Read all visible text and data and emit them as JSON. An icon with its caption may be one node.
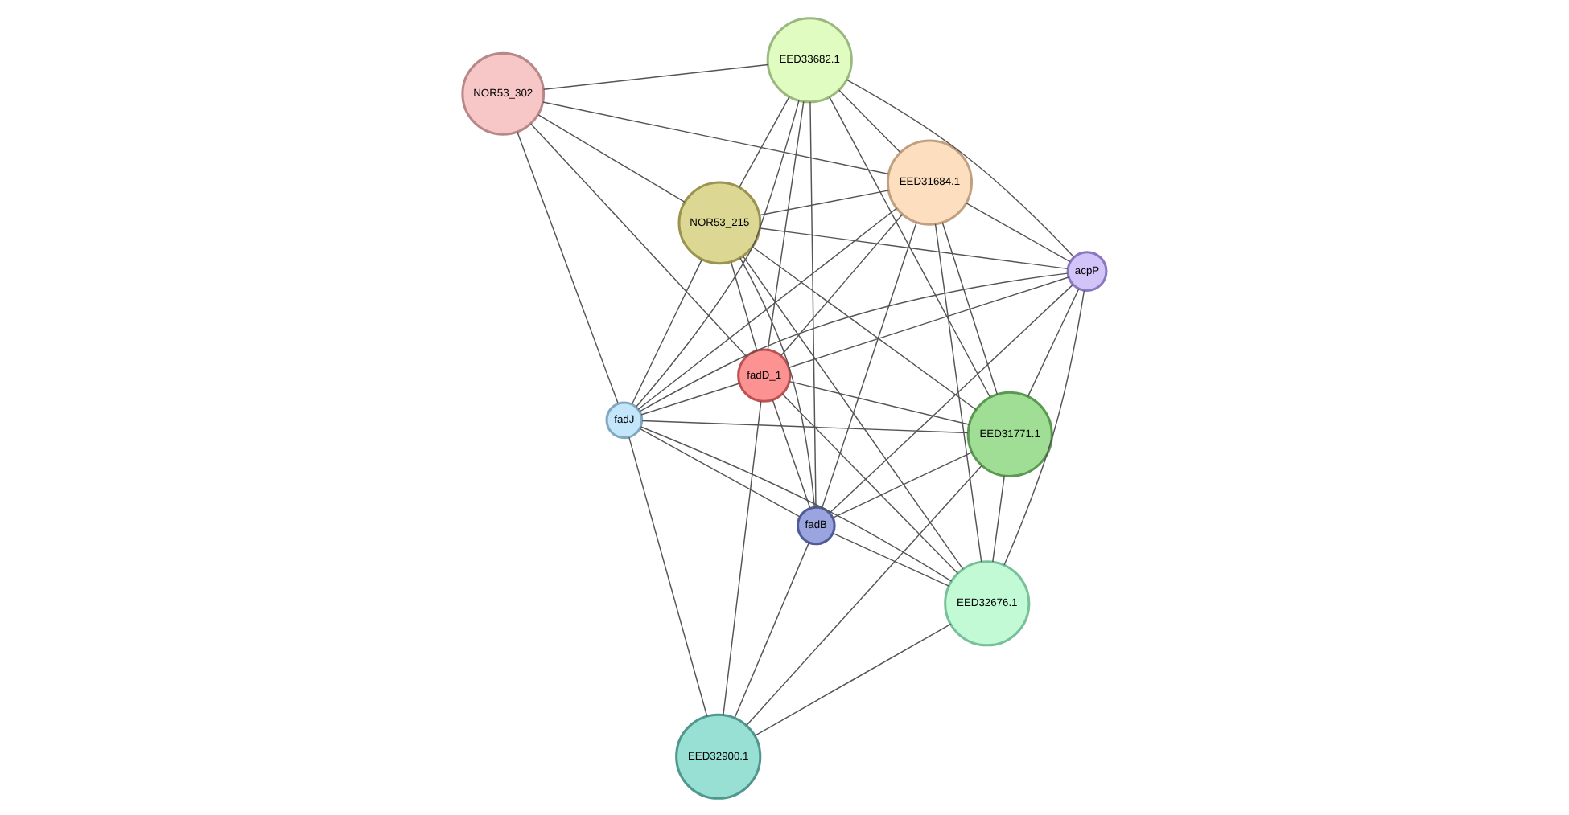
{
  "diagram": {
    "nodes": [
      {
        "text": [
          "NOR53_302"
        ]
      },
      {
        "text": [
          "EED31684.1"
        ]
      },
      {
        "text": [
          "EED31771.1"
        ]
      },
      {
        "text": [
          "EED33682.1"
        ]
      },
      {
        "text": [
          "fadD_1"
        ]
      },
      {
        "text": [
          "NOR53_215"
        ]
      },
      {
        "text": [
          "fadB"
        ]
      },
      {
        "text": [
          "acpP"
        ]
      },
      {
        "text": [
          "fadJ"
        ]
      },
      {
        "text": [
          "EED32676.1"
        ]
      },
      {
        "text": [
          "EED32900.1"
        ]
      }
    ],
    "edges": [
      {
        "from": 0,
        "to": 1,
        "arrow": "none"
      },
      {
        "from": 0,
        "to": 3,
        "arrow": "none"
      },
      {
        "from": 0,
        "to": 5,
        "arrow": "none"
      },
      {
        "from": 0,
        "to": 4,
        "arrow": "none"
      },
      {
        "from": 0,
        "to": 8,
        "arrow": "none"
      },
      {
        "from": 1,
        "to": 2,
        "arrow": "none"
      },
      {
        "from": 1,
        "to": 3,
        "arrow": "none"
      },
      {
        "from": 1,
        "to": 4,
        "arrow": "none"
      },
      {
        "from": 1,
        "to": 5,
        "arrow": "none"
      },
      {
        "from": 1,
        "to": 6,
        "arrow": "none"
      },
      {
        "from": 1,
        "to": 7,
        "arrow": "none"
      },
      {
        "from": 1,
        "to": 8,
        "arrow": "none"
      },
      {
        "from": 1,
        "to": 9,
        "arrow": "none"
      },
      {
        "from": 2,
        "to": 3,
        "arrow": "none"
      },
      {
        "from": 2,
        "to": 4,
        "arrow": "none"
      },
      {
        "from": 2,
        "to": 5,
        "arrow": "none"
      },
      {
        "from": 2,
        "to": 6,
        "arrow": "none"
      },
      {
        "from": 2,
        "to": 7,
        "arrow": "none"
      },
      {
        "from": 2,
        "to": 8,
        "arrow": "none"
      },
      {
        "from": 2,
        "to": 9,
        "arrow": "none"
      },
      {
        "from": 2,
        "to": 10,
        "arrow": "none"
      },
      {
        "from": 3,
        "to": 4,
        "arrow": "none"
      },
      {
        "from": 3,
        "to": 5,
        "arrow": "none"
      },
      {
        "from": 3,
        "to": 6,
        "arrow": "none"
      },
      {
        "from": 3,
        "to": 7,
        "arrow": "none"
      },
      {
        "from": 3,
        "to": 8,
        "arrow": "none"
      },
      {
        "from": 4,
        "to": 5,
        "arrow": "none"
      },
      {
        "from": 4,
        "to": 6,
        "arrow": "none"
      },
      {
        "from": 4,
        "to": 7,
        "arrow": "none"
      },
      {
        "from": 4,
        "to": 8,
        "arrow": "none"
      },
      {
        "from": 4,
        "to": 9,
        "arrow": "none"
      },
      {
        "from": 4,
        "to": 10,
        "arrow": "none"
      },
      {
        "from": 5,
        "to": 6,
        "arrow": "none"
      },
      {
        "from": 5,
        "to": 7,
        "arrow": "none"
      },
      {
        "from": 5,
        "to": 8,
        "arrow": "none"
      },
      {
        "from": 5,
        "to": 9,
        "arrow": "none"
      },
      {
        "from": 6,
        "to": 7,
        "arrow": "none"
      },
      {
        "from": 6,
        "to": 8,
        "arrow": "none"
      },
      {
        "from": 6,
        "to": 9,
        "arrow": "none"
      },
      {
        "from": 6,
        "to": 10,
        "arrow": "none"
      },
      {
        "from": 7,
        "to": 8,
        "arrow": "none"
      },
      {
        "from": 7,
        "to": 9,
        "arrow": "none"
      },
      {
        "from": 8,
        "to": 9,
        "arrow": "none"
      },
      {
        "from": 8,
        "to": 10,
        "arrow": "none"
      },
      {
        "from": 9,
        "to": 10,
        "arrow": "none"
      }
    ]
  }
}
